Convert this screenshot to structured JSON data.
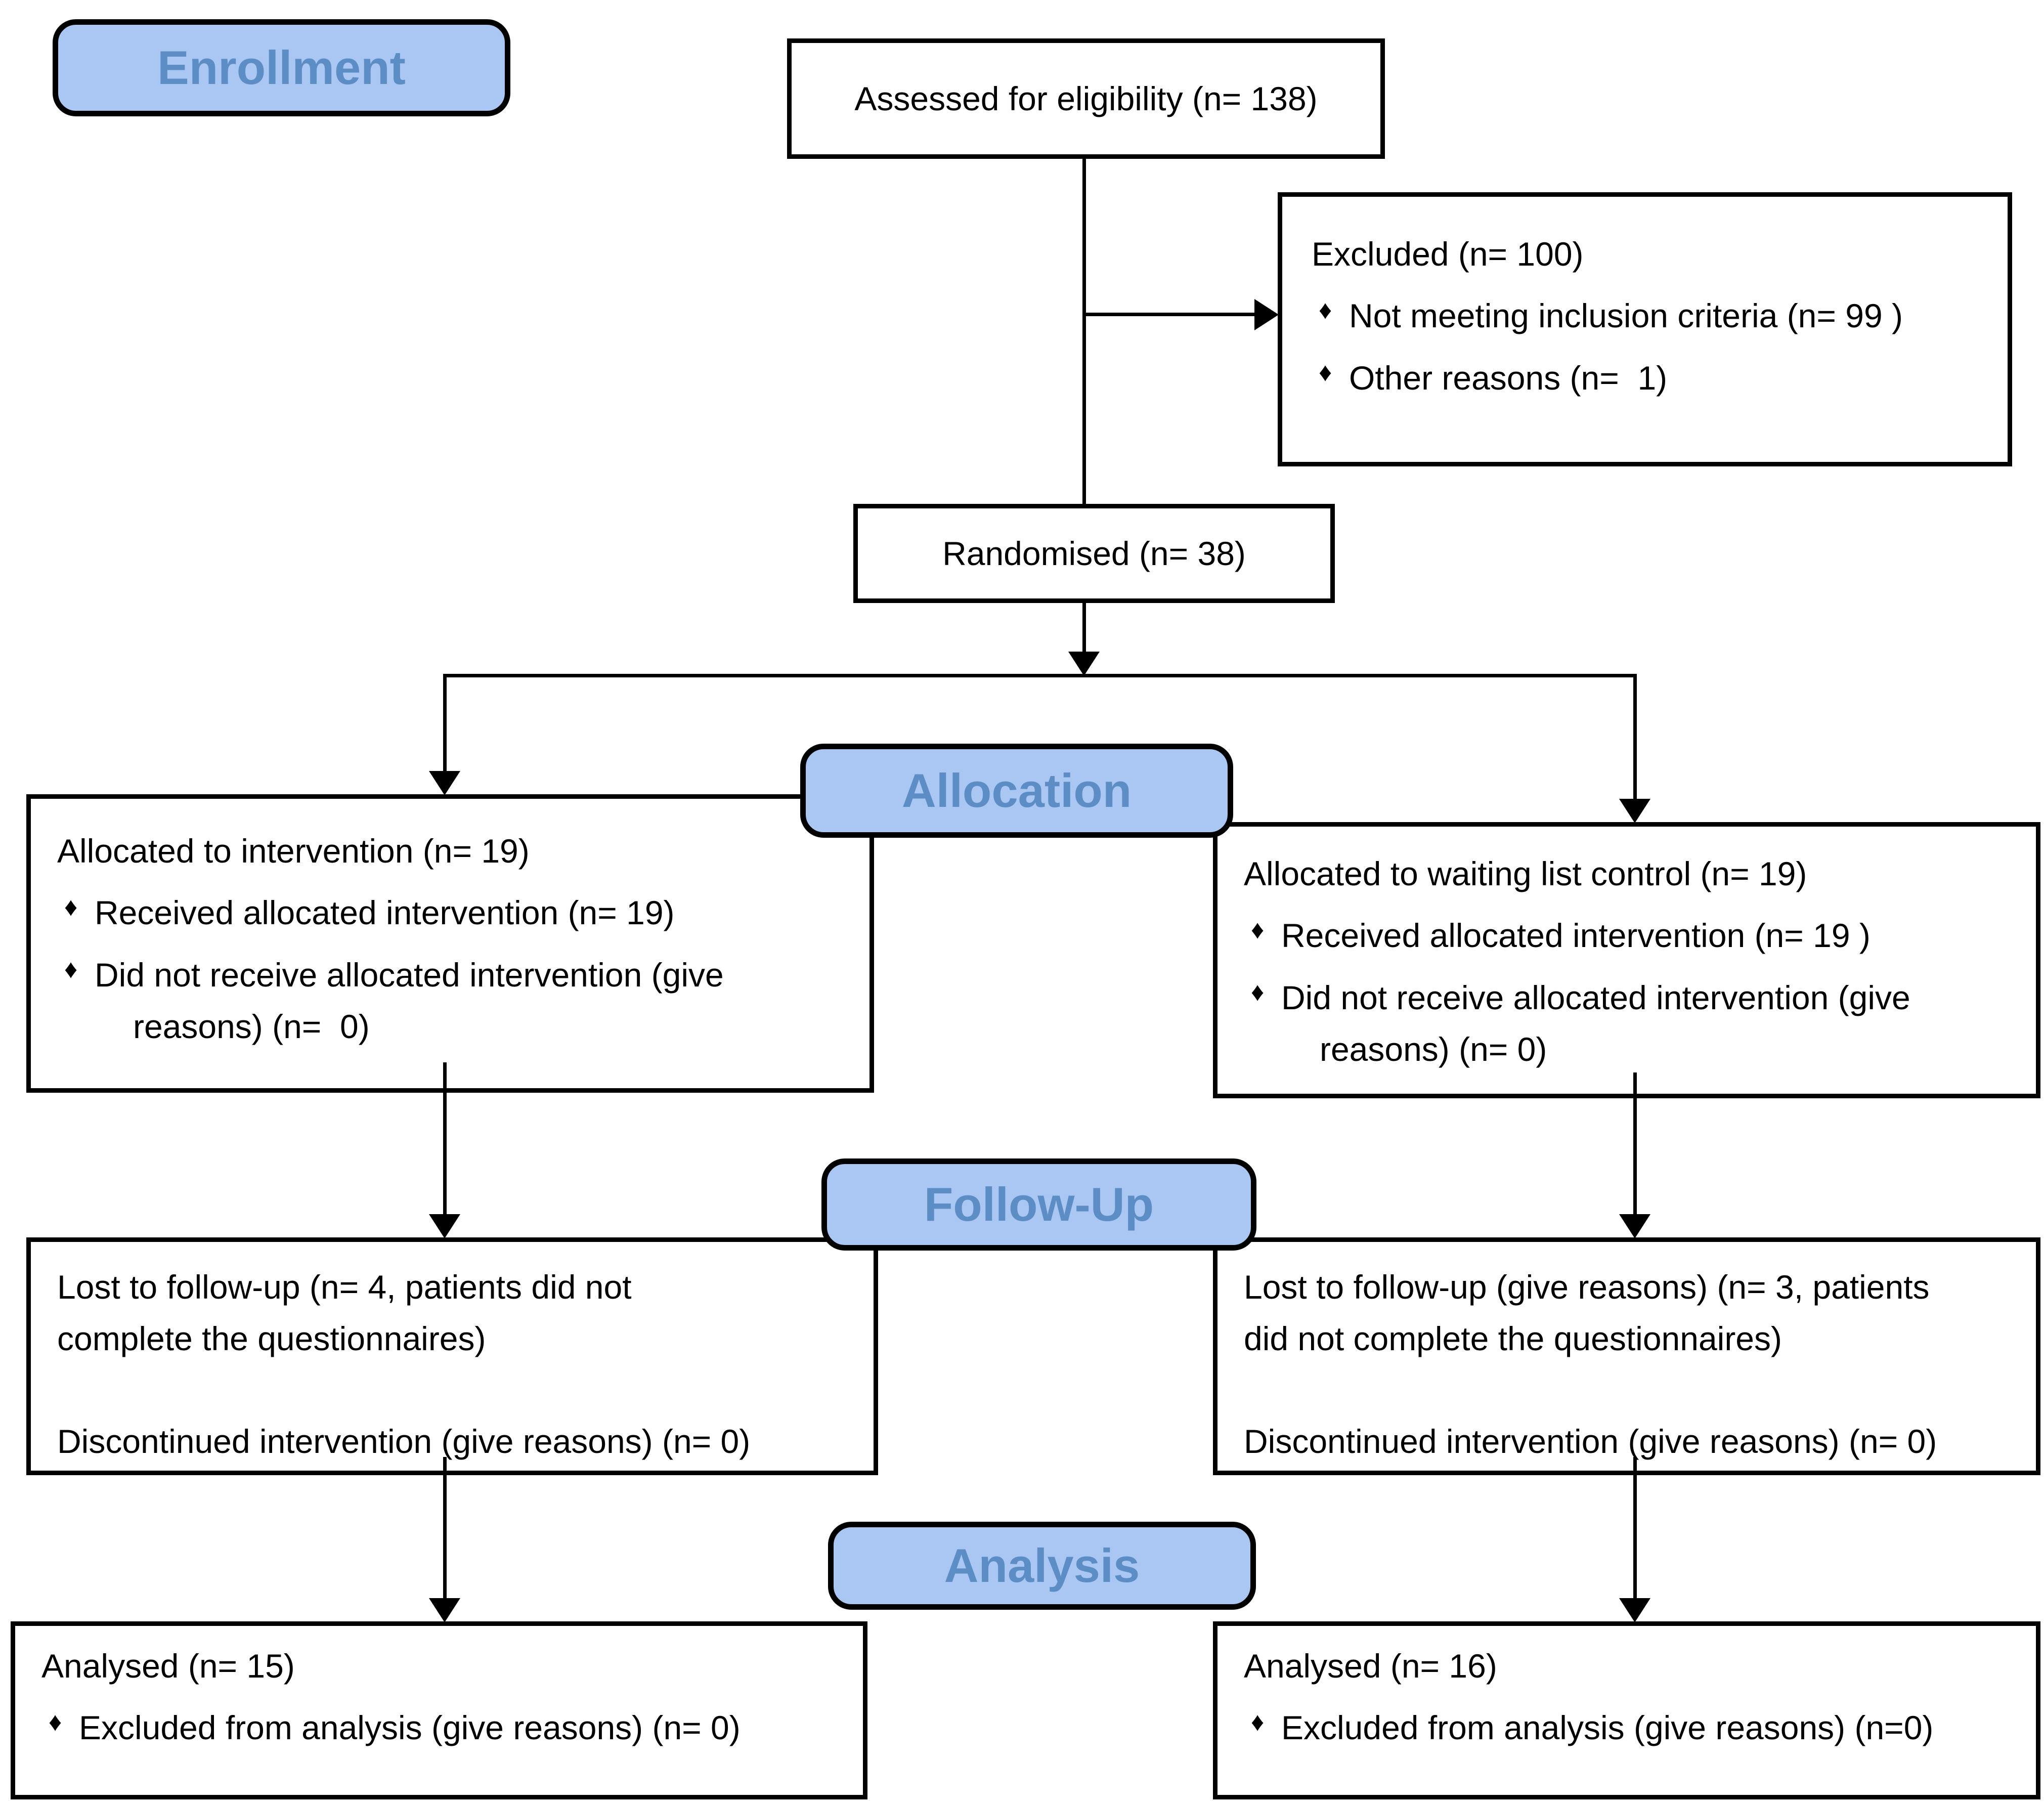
{
  "diagram": {
    "bullet_glyph": "♦",
    "colors": {
      "stage_fill": "#a9c7f2",
      "stage_text": "#5c8dc5",
      "box_border": "#000000",
      "box_background": "#ffffff",
      "connector": "#000000"
    },
    "icons": {
      "bullet": "diamond ♦",
      "arrowhead_down": "css-triangle-down",
      "arrowhead_right": "css-triangle-right"
    },
    "stages": {
      "enrollment": "Enrollment",
      "allocation": "Allocation",
      "followup": "Follow-Up",
      "analysis": "Analysis"
    },
    "boxes": {
      "assessed": {
        "lines": [
          {
            "t": "Assessed for eligibility (n= 138)"
          }
        ]
      },
      "excluded": {
        "lines": [
          {
            "t": "Excluded (n= 100)"
          },
          {
            "t": "Not meeting inclusion criteria (n= 99 )"
          },
          {
            "t": "Other reasons (n=  1)"
          }
        ]
      },
      "randomised": {
        "lines": [
          {
            "t": "Randomised (n= 38)"
          }
        ]
      },
      "alloc_left": {
        "lines": [
          {
            "t": "Allocated to intervention (n= 19)"
          },
          {
            "t": "Received allocated intervention (n= 19)"
          },
          {
            "t": "Did not receive allocated intervention (give"
          },
          {
            "t": "reasons) (n=  0)"
          }
        ]
      },
      "alloc_right": {
        "lines": [
          {
            "t": "Allocated to waiting list control (n= 19)"
          },
          {
            "t": "Received allocated intervention (n= 19 )"
          },
          {
            "t": "Did not receive allocated intervention (give"
          },
          {
            "t": "reasons) (n= 0)"
          }
        ]
      },
      "followup_left": {
        "lines": [
          {
            "t": "Lost to follow-up (n= 4, patients did not"
          },
          {
            "t": "complete the questionnaires)"
          },
          {
            "t": "Discontinued intervention (give reasons) (n= 0)"
          }
        ]
      },
      "followup_right": {
        "lines": [
          {
            "t": "Lost to follow-up (give reasons) (n= 3, patients"
          },
          {
            "t": "did not complete the questionnaires)"
          },
          {
            "t": "Discontinued intervention (give reasons) (n= 0)"
          }
        ]
      },
      "analysis_left": {
        "lines": [
          {
            "t": "Analysed (n= 15)"
          },
          {
            "t": "Excluded from analysis (give reasons) (n= 0)"
          }
        ]
      },
      "analysis_right": {
        "lines": [
          {
            "t": "Analysed (n= 16)"
          },
          {
            "t": "Excluded from analysis (give reasons) (n=0)"
          }
        ]
      }
    }
  }
}
